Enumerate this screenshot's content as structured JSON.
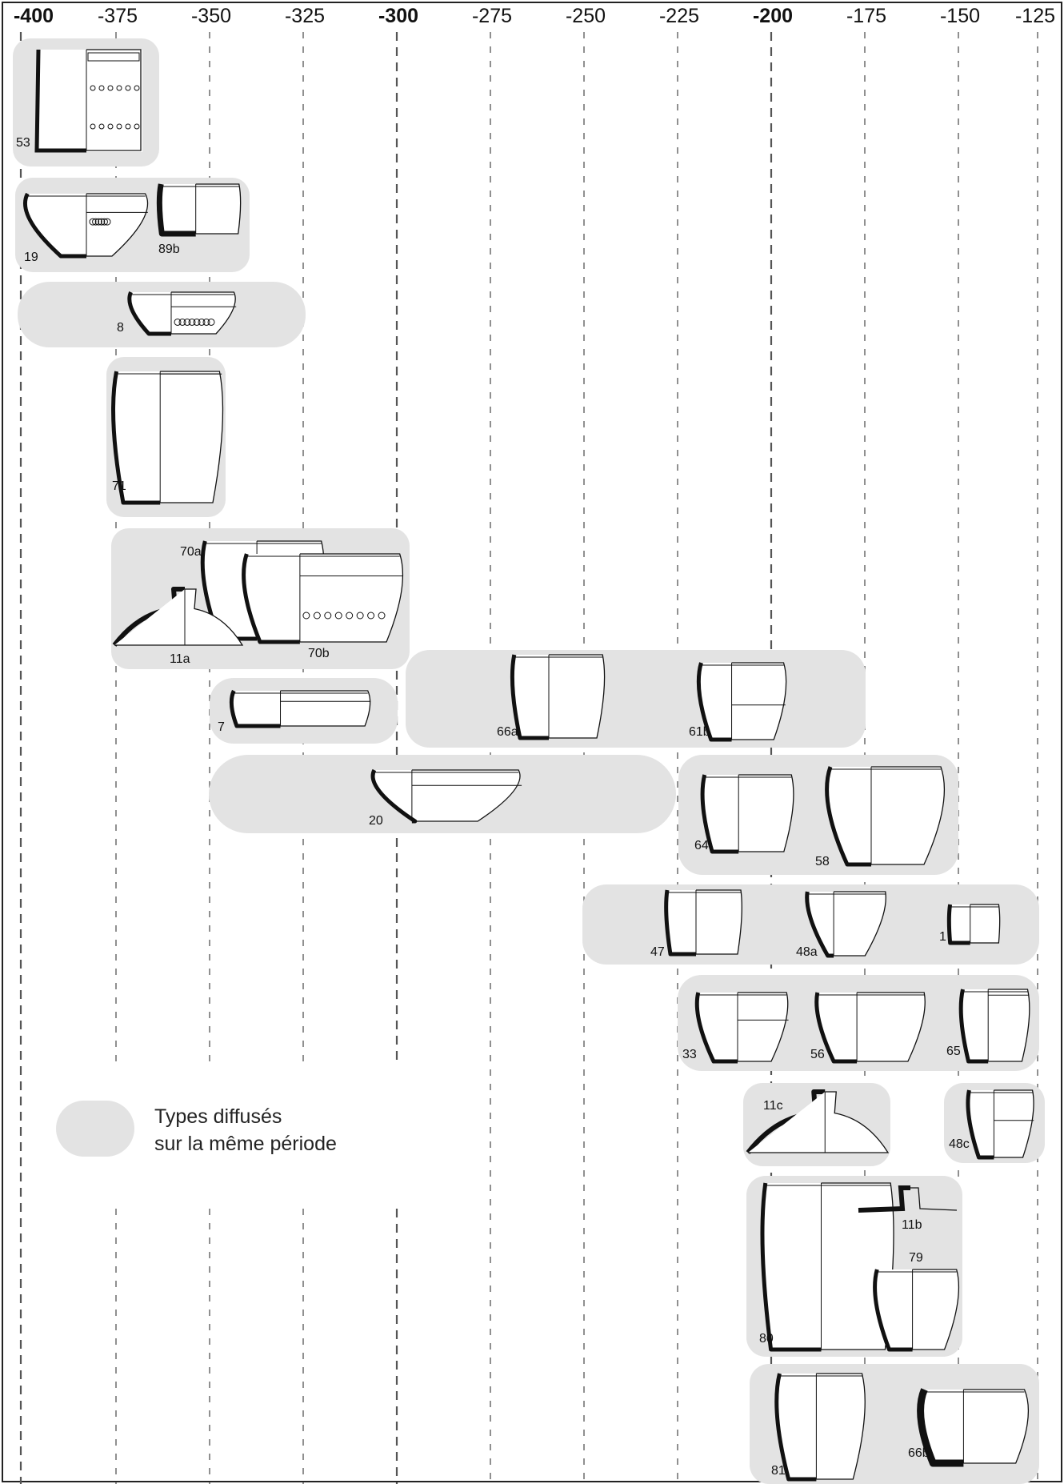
{
  "axis": {
    "ticks": [
      {
        "label": "-400",
        "bold": true
      },
      {
        "label": "-375",
        "bold": false
      },
      {
        "label": "-350",
        "bold": false
      },
      {
        "label": "-325",
        "bold": false
      },
      {
        "label": "-300",
        "bold": true
      },
      {
        "label": "-275",
        "bold": false
      },
      {
        "label": "-250",
        "bold": false
      },
      {
        "label": "-225",
        "bold": false
      },
      {
        "label": "-200",
        "bold": true
      },
      {
        "label": "-175",
        "bold": false
      },
      {
        "label": "-150",
        "bold": false
      },
      {
        "label": "-125",
        "bold": false
      }
    ]
  },
  "legend": {
    "line1": "Types diffusés",
    "line2": "sur la même période"
  },
  "colors": {
    "band": "#e3e3e3",
    "ink": "#111111",
    "gridline": "#555555"
  },
  "types": [
    {
      "id": "53",
      "start": -400,
      "end": -362
    },
    {
      "id": "19",
      "start": -400,
      "end": -338
    },
    {
      "id": "89b",
      "start": -400,
      "end": -338
    },
    {
      "id": "8",
      "start": -400,
      "end": -325
    },
    {
      "id": "71",
      "start": -373,
      "end": -345
    },
    {
      "id": "70a",
      "start": -376,
      "end": -296
    },
    {
      "id": "11a",
      "start": -376,
      "end": -296
    },
    {
      "id": "70b",
      "start": -376,
      "end": -296
    },
    {
      "id": "7",
      "start": -351,
      "end": -302
    },
    {
      "id": "66a",
      "start": -297,
      "end": -175
    },
    {
      "id": "61b",
      "start": -297,
      "end": -175
    },
    {
      "id": "20",
      "start": -351,
      "end": -226
    },
    {
      "id": "64",
      "start": -226,
      "end": -150
    },
    {
      "id": "58",
      "start": -226,
      "end": -150
    },
    {
      "id": "47",
      "start": -251,
      "end": -125
    },
    {
      "id": "48a",
      "start": -251,
      "end": -125
    },
    {
      "id": "1",
      "start": -251,
      "end": -125
    },
    {
      "id": "33",
      "start": -226,
      "end": -125
    },
    {
      "id": "56",
      "start": -226,
      "end": -125
    },
    {
      "id": "65",
      "start": -226,
      "end": -125
    },
    {
      "id": "11c",
      "start": -208,
      "end": -175
    },
    {
      "id": "48c",
      "start": -155,
      "end": -125
    },
    {
      "id": "80",
      "start": -207,
      "end": -150
    },
    {
      "id": "11b",
      "start": -207,
      "end": -150
    },
    {
      "id": "79",
      "start": -207,
      "end": -150
    },
    {
      "id": "81",
      "start": -206,
      "end": -125
    },
    {
      "id": "66b",
      "start": -206,
      "end": -125
    }
  ]
}
